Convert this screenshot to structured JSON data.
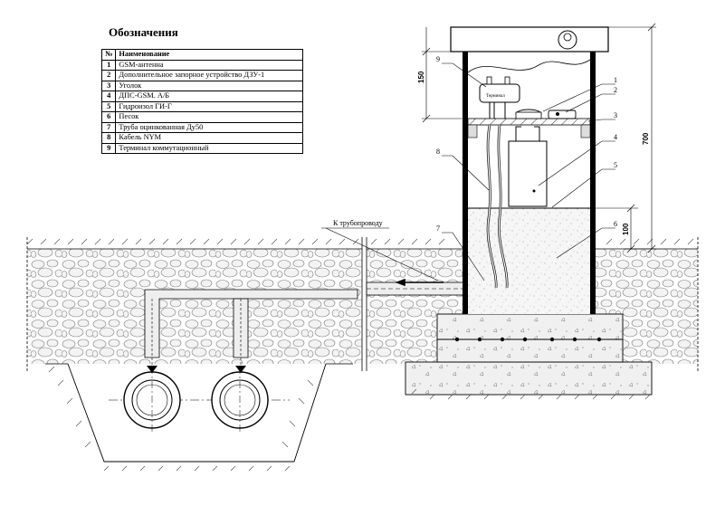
{
  "legend": {
    "title": "Обозначения",
    "header_num": "№",
    "header_name": "Наименование",
    "rows": [
      {
        "n": "1",
        "name": "GSM-антенна"
      },
      {
        "n": "2",
        "name": "Дополнительное запорное устройство ДЗУ-1"
      },
      {
        "n": "3",
        "name": "Уголок"
      },
      {
        "n": "4",
        "name": "ДПС-GSM. А/Б"
      },
      {
        "n": "5",
        "name": "Гидроизол ГИ-Г"
      },
      {
        "n": "6",
        "name": "Песок"
      },
      {
        "n": "7",
        "name": "Труба оцинкованная Ду50"
      },
      {
        "n": "8",
        "name": "Кабель NYM"
      },
      {
        "n": "9",
        "name": "Терминал коммутационный"
      }
    ]
  },
  "drawing": {
    "arrow_label": "К трубопроводу",
    "dim_150": "150",
    "dim_700": "700",
    "dim_100": "100",
    "terminal_text": "Терминал",
    "callouts": [
      "1",
      "2",
      "3",
      "4",
      "5",
      "6",
      "7",
      "8",
      "9"
    ]
  }
}
